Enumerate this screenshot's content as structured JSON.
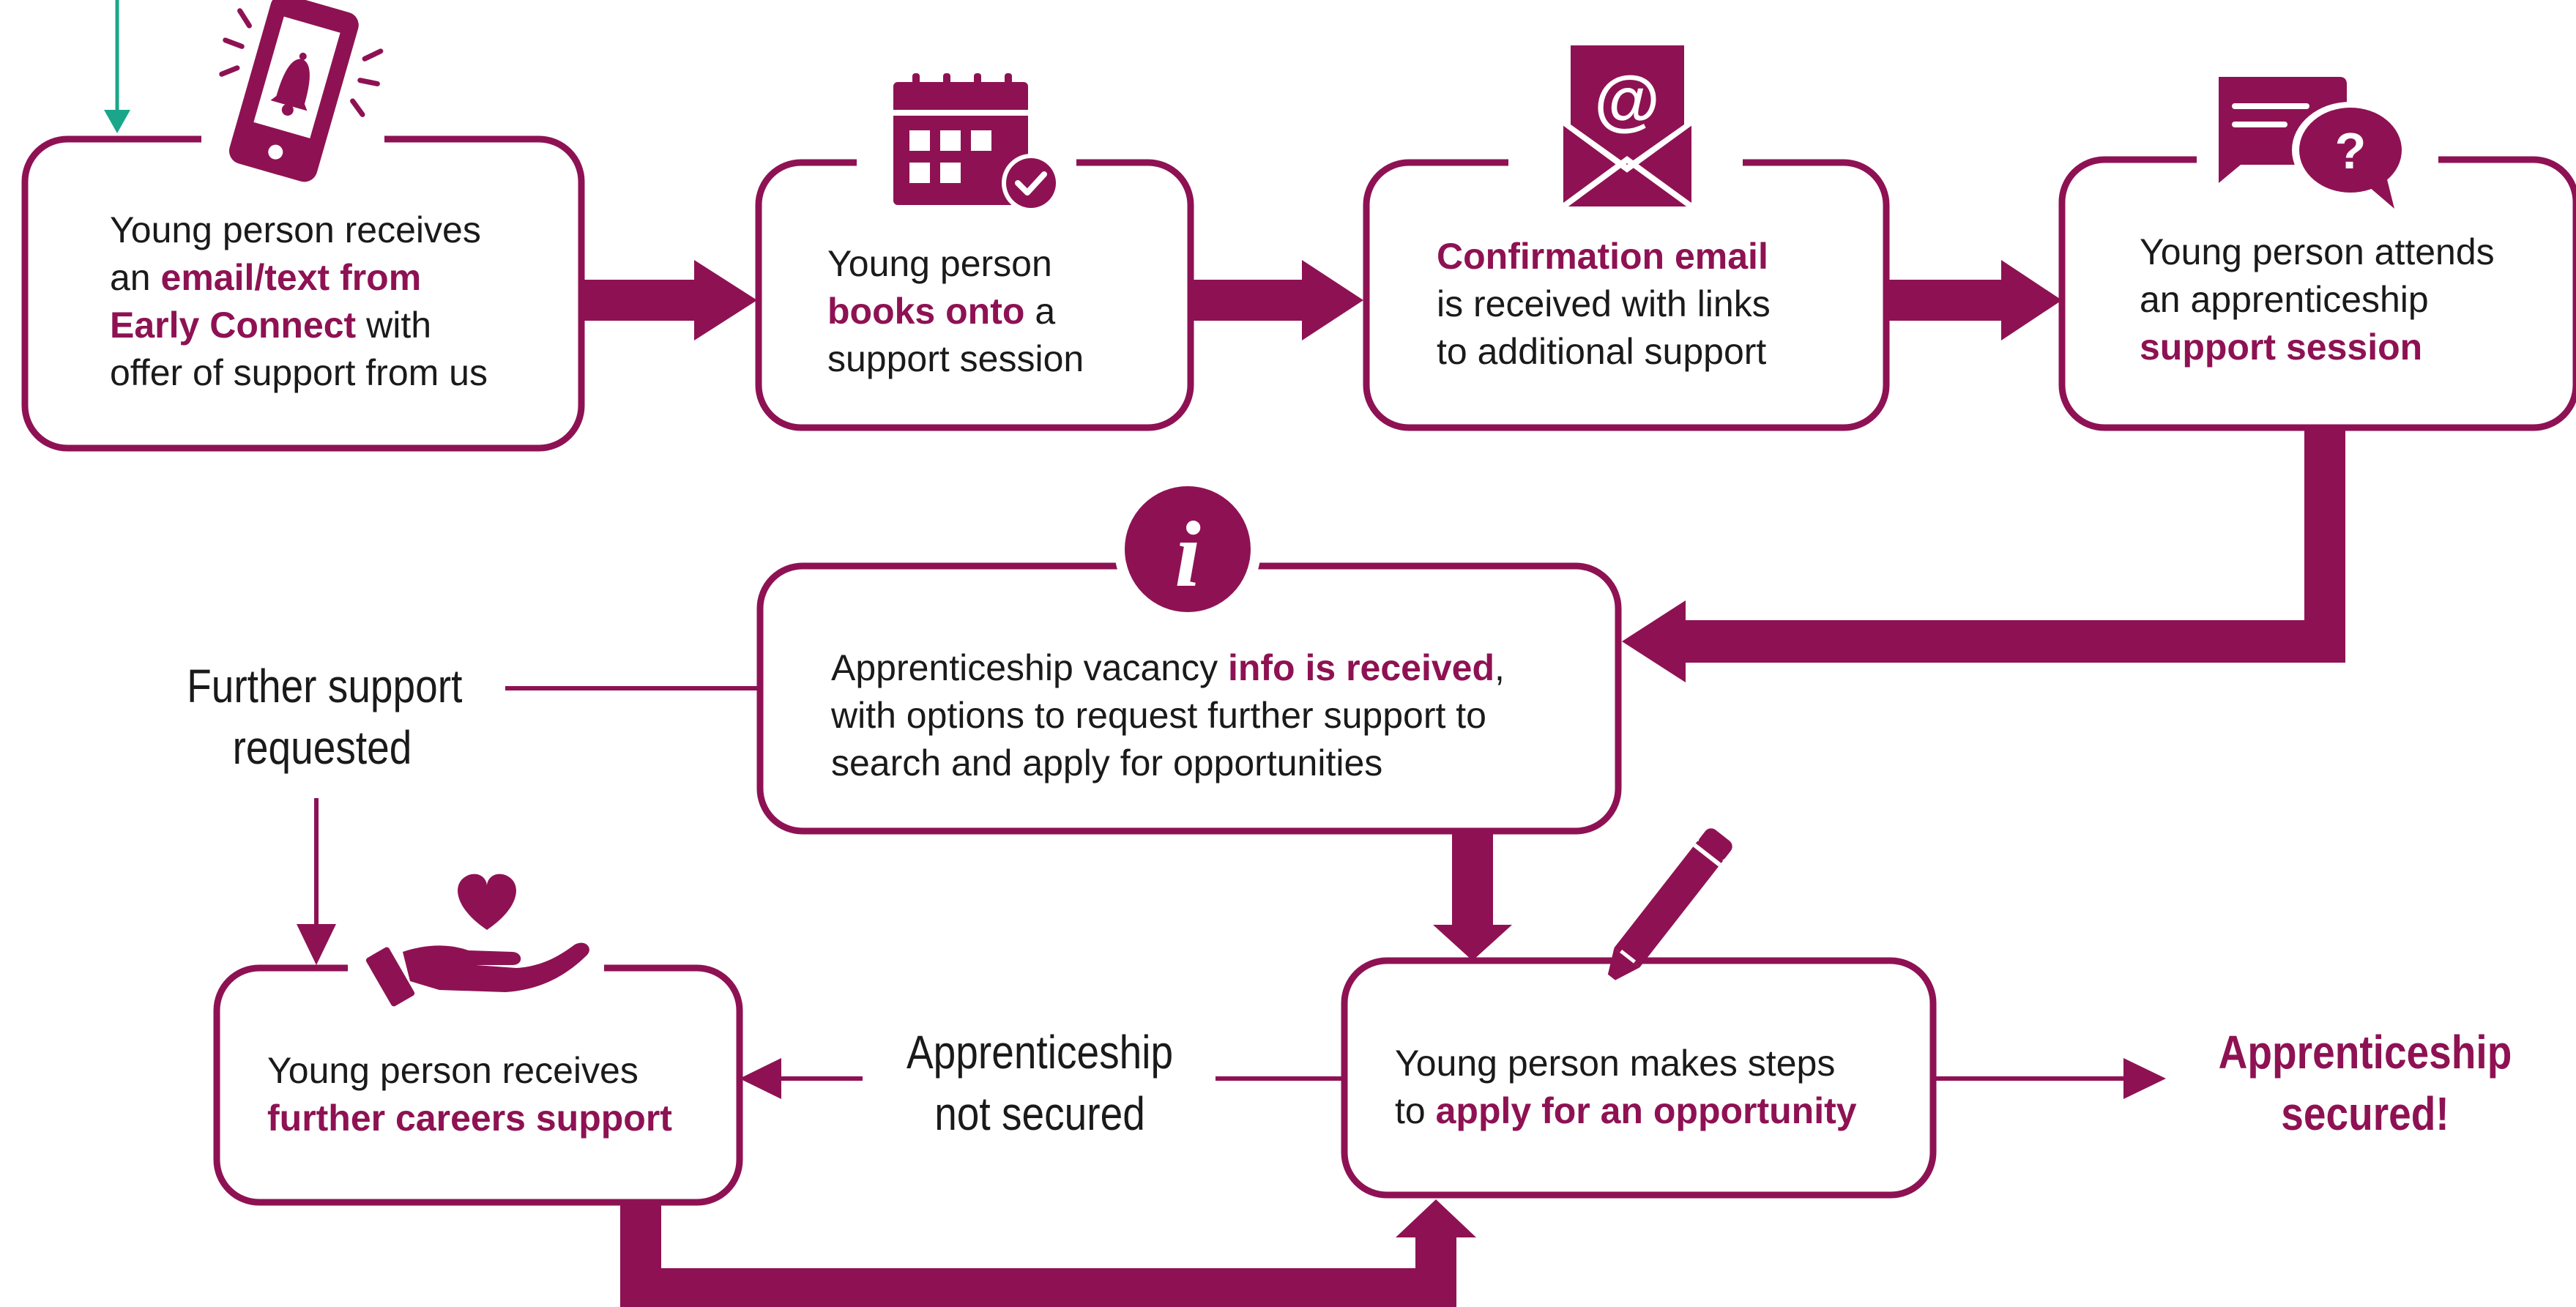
{
  "colors": {
    "primary": "#8e1253",
    "text": "#1a1a1a",
    "start_arrow": "#1aa68a",
    "background": "#ffffff"
  },
  "steps": [
    {
      "id": "offer",
      "icon": "phone-notification-icon",
      "lines": [
        [
          {
            "t": "Young person receives",
            "b": false
          }
        ],
        [
          {
            "t": "an ",
            "b": false
          },
          {
            "t": "email/text from",
            "b": true
          }
        ],
        [
          {
            "t": "Early Connect",
            "b": true
          },
          {
            "t": " with",
            "b": false
          }
        ],
        [
          {
            "t": "offer of support from us",
            "b": false
          }
        ]
      ]
    },
    {
      "id": "book",
      "icon": "calendar-check-icon",
      "lines": [
        [
          {
            "t": "Young person",
            "b": false
          }
        ],
        [
          {
            "t": "books onto",
            "b": true
          },
          {
            "t": " a",
            "b": false
          }
        ],
        [
          {
            "t": "support session",
            "b": false
          }
        ]
      ]
    },
    {
      "id": "confirm",
      "icon": "email-envelope-icon",
      "lines": [
        [
          {
            "t": "Confirmation email",
            "b": true
          }
        ],
        [
          {
            "t": "is received with links",
            "b": false
          }
        ],
        [
          {
            "t": "to additional support",
            "b": false
          }
        ]
      ]
    },
    {
      "id": "attend",
      "icon": "chat-question-icon",
      "lines": [
        [
          {
            "t": "Young person attends",
            "b": false
          }
        ],
        [
          {
            "t": "an apprenticeship",
            "b": false
          }
        ],
        [
          {
            "t": "support session",
            "b": true
          }
        ]
      ]
    },
    {
      "id": "info",
      "icon": "info-icon",
      "lines": [
        [
          {
            "t": "Apprenticeship vacancy ",
            "b": false
          },
          {
            "t": "info is received",
            "b": true
          },
          {
            "t": ",",
            "b": false
          }
        ],
        [
          {
            "t": "with options to request further support to",
            "b": false
          }
        ],
        [
          {
            "t": "search and apply for opportunities",
            "b": false
          }
        ]
      ]
    },
    {
      "id": "careers",
      "icon": "heart-hand-icon",
      "lines": [
        [
          {
            "t": "Young person receives",
            "b": false
          }
        ],
        [
          {
            "t": "further careers support",
            "b": true
          }
        ]
      ]
    },
    {
      "id": "apply",
      "icon": "pencil-icon",
      "lines": [
        [
          {
            "t": "Young person makes steps",
            "b": false
          }
        ],
        [
          {
            "t": "to ",
            "b": false
          },
          {
            "t": "apply for an opportunity",
            "b": true
          }
        ]
      ]
    }
  ],
  "labels": {
    "further_support": [
      "Further support",
      "requested"
    ],
    "not_secured": [
      "Apprenticeship",
      "not secured"
    ],
    "secured": [
      "Apprenticeship",
      "secured!"
    ]
  }
}
